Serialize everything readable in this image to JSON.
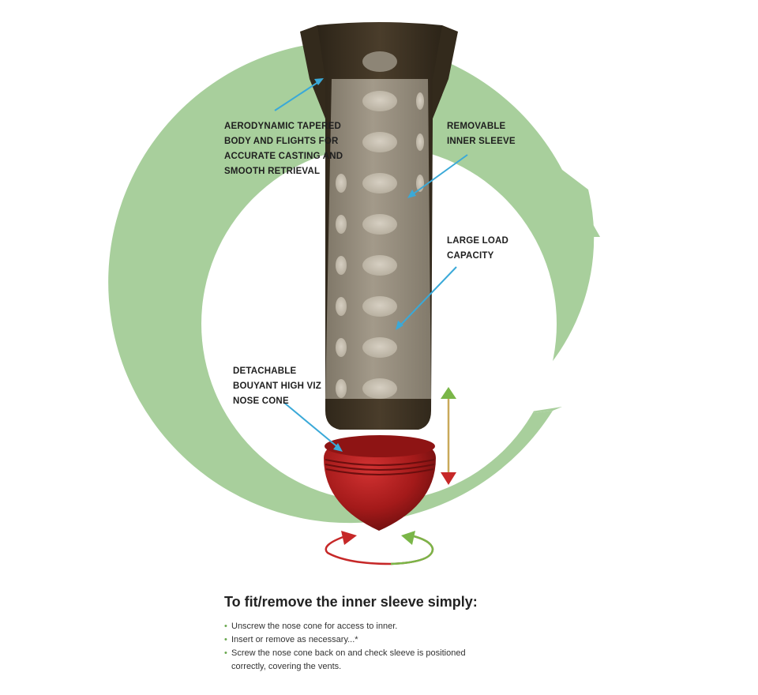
{
  "callouts": {
    "aerodynamic": [
      "AERODYNAMIC TAPERED",
      "BODY AND FLIGHTS FOR",
      "ACCURATE CASTING AND",
      "SMOOTH RETRIEVAL"
    ],
    "sleeve": [
      "REMOVABLE",
      "INNER SLEEVE"
    ],
    "capacity": [
      "LARGE LOAD",
      "CAPACITY"
    ],
    "nose": [
      "DETACHABLE",
      "BOUYANT HIGH VIZ",
      "NOSE CONE"
    ]
  },
  "instructions": {
    "heading": "To fit/remove the inner sleeve simply:",
    "steps": [
      "Unscrew the nose cone for access to inner.",
      "Insert or remove as necessary...*",
      "Screw the nose cone back on and check sleeve is positioned correctly, covering the vents."
    ],
    "bullet": "•"
  },
  "colors": {
    "ring_green": "#a8cf9c",
    "callout_line": "#3aa9d8",
    "body_dark": "#3a3022",
    "sleeve_grey": "#9a9181",
    "nose_red": "#a41a1a",
    "arrow_green": "#7ab648",
    "arrow_red": "#c62828"
  },
  "icons": [
    "up-down-arrow-icon",
    "rotate-arrow-icon"
  ]
}
